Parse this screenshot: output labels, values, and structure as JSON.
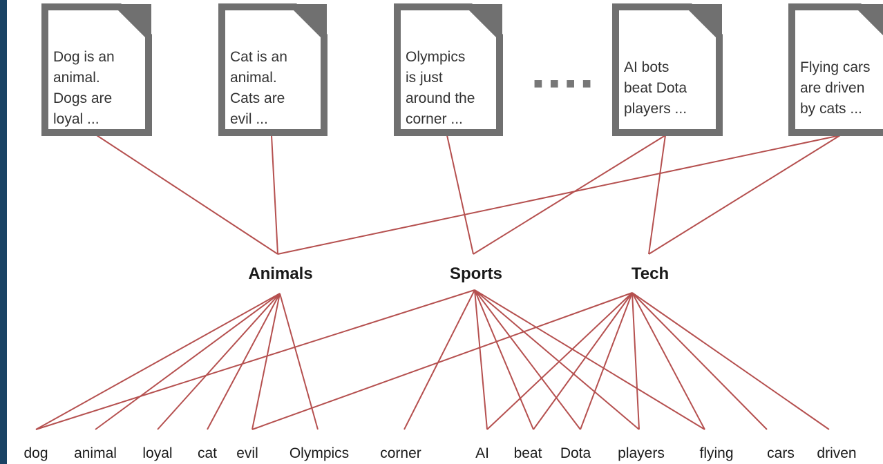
{
  "documents": [
    {
      "id": "doc1",
      "lines": [
        "Dog is an",
        "animal.",
        "Dogs are",
        "loyal ..."
      ]
    },
    {
      "id": "doc2",
      "lines": [
        "Cat is an",
        "animal.",
        "Cats are",
        "evil ..."
      ]
    },
    {
      "id": "doc3",
      "lines": [
        "Olympics",
        "is just",
        "around the",
        "corner ..."
      ]
    },
    {
      "id": "doc4",
      "lines": [
        "AI bots",
        "beat Dota",
        "players ..."
      ]
    },
    {
      "id": "doc5",
      "lines": [
        "Flying cars",
        "are driven",
        "by cats ..."
      ]
    }
  ],
  "ellipsis": "■ ■ ■ ■",
  "topics": [
    "Animals",
    "Sports",
    "Tech"
  ],
  "words": [
    "dog",
    "animal",
    "loyal",
    "cat",
    "evil",
    "Olympics",
    "corner",
    "AI",
    "beat",
    "Dota",
    "players",
    "flying",
    "cars",
    "driven"
  ],
  "doc_topic_edges": [
    [
      "doc1",
      "Animals"
    ],
    [
      "doc2",
      "Animals"
    ],
    [
      "doc3",
      "Sports"
    ],
    [
      "doc4",
      "Sports"
    ],
    [
      "doc4",
      "Tech"
    ],
    [
      "doc5",
      "Animals"
    ],
    [
      "doc5",
      "Tech"
    ]
  ],
  "topic_word_edges": [
    [
      "Animals",
      "dog"
    ],
    [
      "Animals",
      "animal"
    ],
    [
      "Animals",
      "loyal"
    ],
    [
      "Animals",
      "cat"
    ],
    [
      "Animals",
      "evil"
    ],
    [
      "Animals",
      "Olympics"
    ],
    [
      "Sports",
      "dog"
    ],
    [
      "Sports",
      "corner"
    ],
    [
      "Sports",
      "AI"
    ],
    [
      "Sports",
      "beat"
    ],
    [
      "Sports",
      "Dota"
    ],
    [
      "Sports",
      "players"
    ],
    [
      "Sports",
      "flying"
    ],
    [
      "Tech",
      "evil"
    ],
    [
      "Tech",
      "AI"
    ],
    [
      "Tech",
      "beat"
    ],
    [
      "Tech",
      "Dota"
    ],
    [
      "Tech",
      "players"
    ],
    [
      "Tech",
      "flying"
    ],
    [
      "Tech",
      "cars"
    ],
    [
      "Tech",
      "driven"
    ]
  ]
}
